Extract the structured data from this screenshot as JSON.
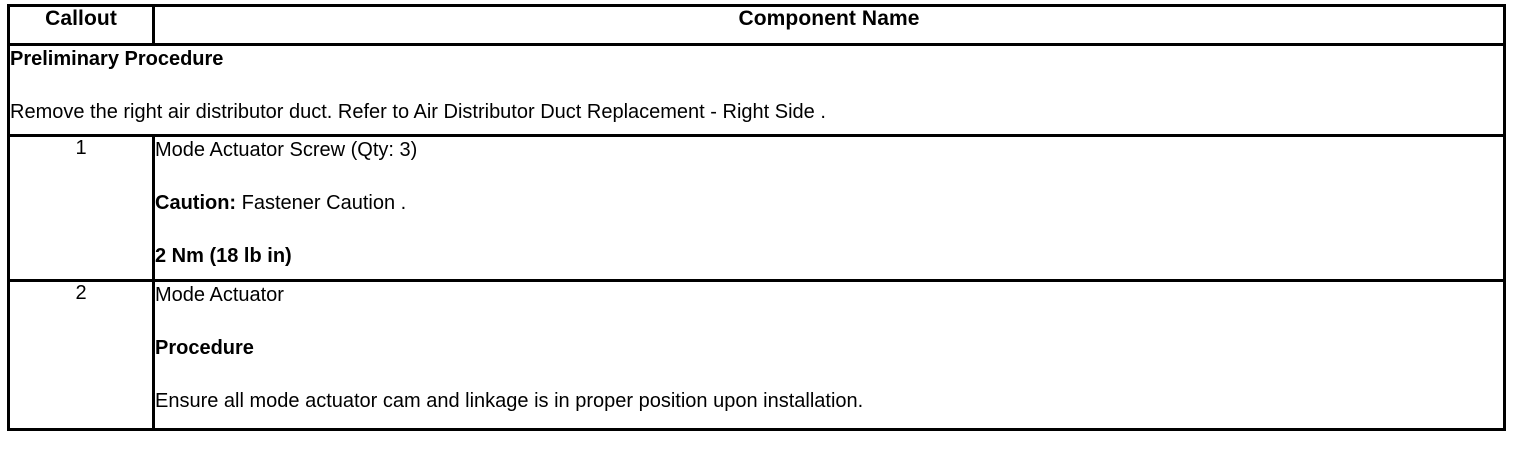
{
  "table": {
    "headers": {
      "callout": "Callout",
      "component_name": "Component Name"
    },
    "preliminary": {
      "title": "Preliminary Procedure",
      "text": "Remove the right air distributor duct. Refer to Air Distributor Duct Replacement - Right Side ."
    },
    "rows": [
      {
        "callout": "1",
        "lines": [
          {
            "text": "Mode Actuator Screw (Qty: 3)"
          },
          {
            "label": "Caution:",
            "text": " Fastener Caution ."
          },
          {
            "text": "2 Nm (18 lb in)"
          }
        ]
      },
      {
        "callout": "2",
        "lines": [
          {
            "text": "Mode Actuator"
          },
          {
            "text": "Procedure"
          },
          {
            "text": "Ensure all mode actuator cam and linkage is in proper position upon installation."
          }
        ]
      }
    ]
  },
  "colors": {
    "border": "#000000",
    "text": "#000000",
    "background": "#ffffff"
  }
}
